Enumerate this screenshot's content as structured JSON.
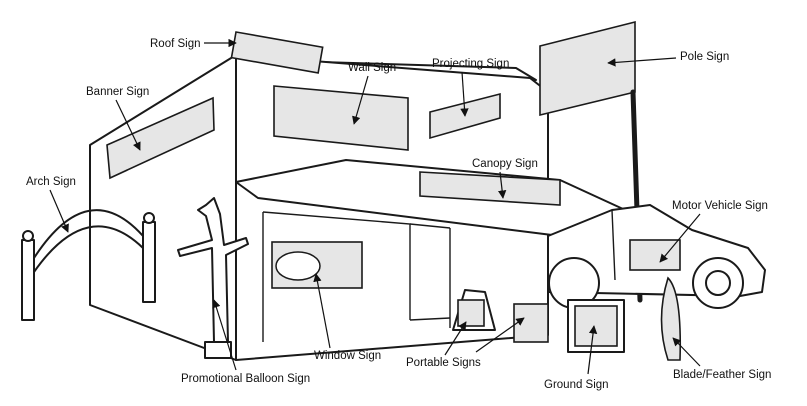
{
  "labels": {
    "roof_sign": "Roof Sign",
    "wall_sign": "Wall Sign",
    "projecting_sign": "Projecting Sign",
    "pole_sign": "Pole Sign",
    "banner_sign": "Banner Sign",
    "canopy_sign": "Canopy Sign",
    "arch_sign": "Arch Sign",
    "motor_vehicle_sign": "Motor Vehicle Sign",
    "window_sign": "Window Sign",
    "portable_signs": "Portable Signs",
    "promotional_balloon_sign": "Promotional Balloon Sign",
    "ground_sign": "Ground Sign",
    "blade_feather_sign": "Blade/Feather Sign"
  }
}
